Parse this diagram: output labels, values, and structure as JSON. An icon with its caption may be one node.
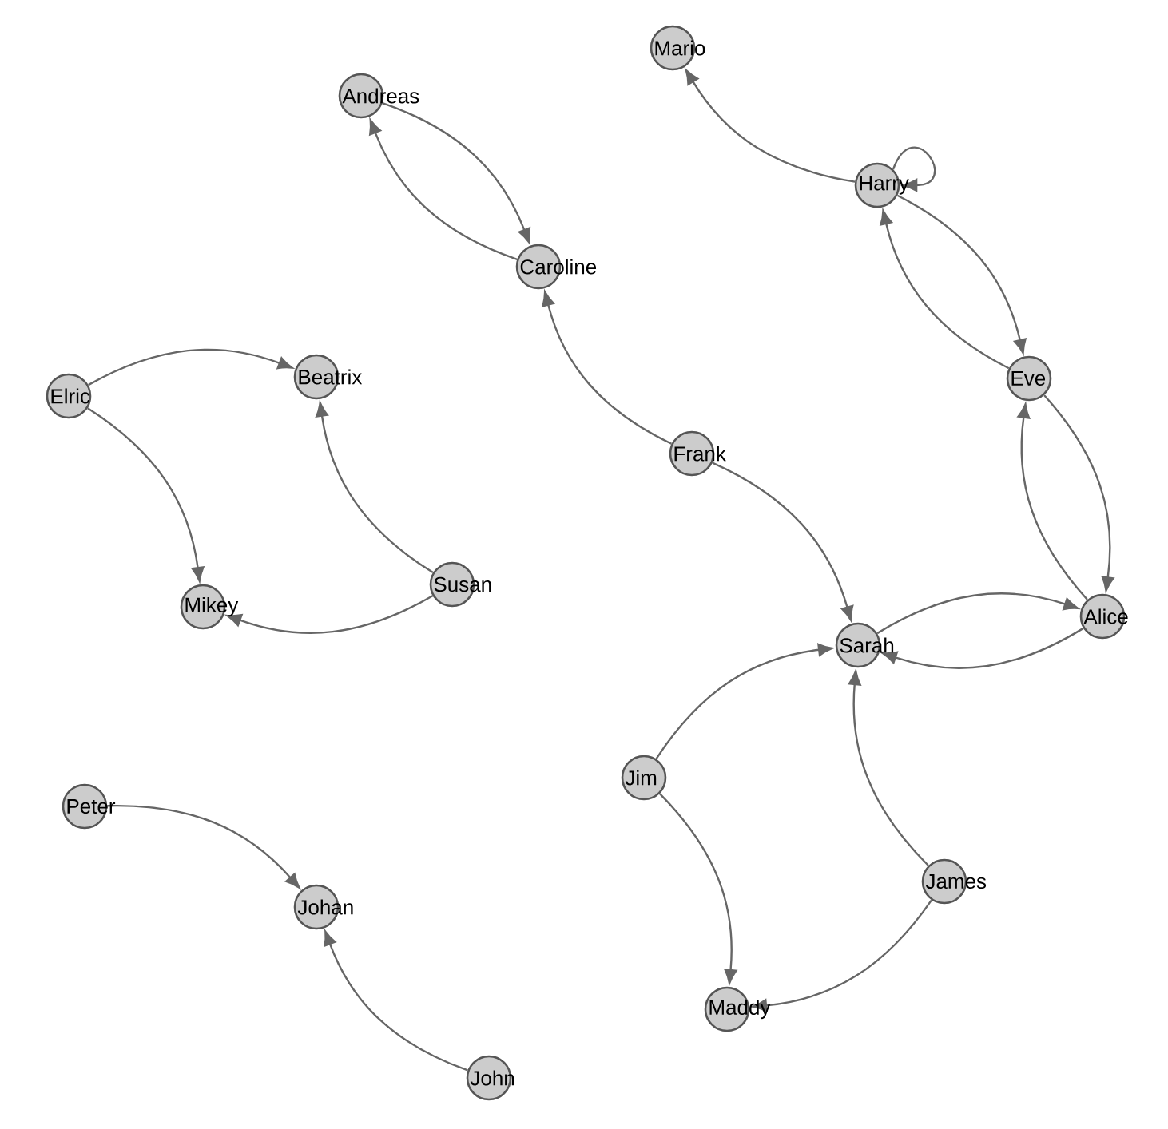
{
  "diagram": {
    "nodes": [
      {
        "text": [
          "Mario"
        ]
      },
      {
        "text": [
          "Andreas"
        ]
      },
      {
        "text": [
          "Harry"
        ]
      },
      {
        "text": [
          "Caroline"
        ]
      },
      {
        "text": [
          "Elric"
        ]
      },
      {
        "text": [
          "Beatrix"
        ]
      },
      {
        "text": [
          "Eve"
        ]
      },
      {
        "text": [
          "Frank"
        ]
      },
      {
        "text": [
          "Susan"
        ]
      },
      {
        "text": [
          "Mikey"
        ]
      },
      {
        "text": [
          "Alice"
        ]
      },
      {
        "text": [
          "Sarah"
        ]
      },
      {
        "text": [
          "Jim"
        ]
      },
      {
        "text": [
          "Peter"
        ]
      },
      {
        "text": [
          "James"
        ]
      },
      {
        "text": [
          "Johan"
        ]
      },
      {
        "text": [
          "Maddy"
        ]
      },
      {
        "text": [
          "John"
        ]
      }
    ],
    "edges": [
      {
        "from": 2,
        "to": 0,
        "arrow": "to"
      },
      {
        "from": 2,
        "to": 2,
        "arrow": "to"
      },
      {
        "from": 1,
        "to": 3,
        "arrow": "to"
      },
      {
        "from": 3,
        "to": 1,
        "arrow": "to"
      },
      {
        "from": 2,
        "to": 6,
        "arrow": "to"
      },
      {
        "from": 6,
        "to": 2,
        "arrow": "to"
      },
      {
        "from": 7,
        "to": 3,
        "arrow": "to"
      },
      {
        "from": 7,
        "to": 11,
        "arrow": "to"
      },
      {
        "from": 4,
        "to": 5,
        "arrow": "to"
      },
      {
        "from": 4,
        "to": 9,
        "arrow": "to"
      },
      {
        "from": 8,
        "to": 5,
        "arrow": "to"
      },
      {
        "from": 8,
        "to": 9,
        "arrow": "to"
      },
      {
        "from": 6,
        "to": 10,
        "arrow": "to"
      },
      {
        "from": 10,
        "to": 6,
        "arrow": "to"
      },
      {
        "from": 11,
        "to": 10,
        "arrow": "to"
      },
      {
        "from": 10,
        "to": 11,
        "arrow": "to"
      },
      {
        "from": 12,
        "to": 11,
        "arrow": "to"
      },
      {
        "from": 12,
        "to": 16,
        "arrow": "to"
      },
      {
        "from": 14,
        "to": 11,
        "arrow": "to"
      },
      {
        "from": 14,
        "to": 16,
        "arrow": "to"
      },
      {
        "from": 13,
        "to": 15,
        "arrow": "to"
      },
      {
        "from": 17,
        "to": 15,
        "arrow": "to"
      }
    ]
  }
}
